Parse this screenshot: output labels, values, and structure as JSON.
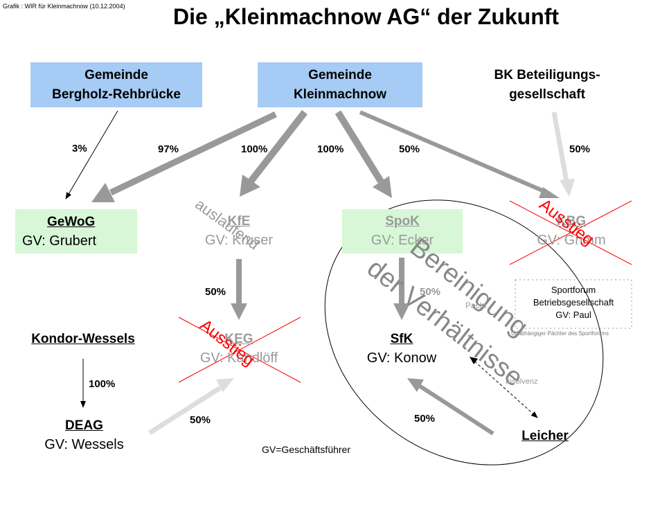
{
  "credit": "Grafik : WIR für Kleinmachnow (10.12.2004)",
  "title": "Die „Kleinmachnow AG“ der Zukunft",
  "owners": {
    "bergholz": {
      "line1": "Gemeinde",
      "line2": "Bergholz-Rehbrücke"
    },
    "kleinmachnow": {
      "line1": "Gemeinde",
      "line2": "Kleinmachnow"
    },
    "bk": {
      "line1": "BK Beteiligungs-",
      "line2": "gesellschaft"
    }
  },
  "entities": {
    "gewog": {
      "name": "GeWoG",
      "gv": "GV: Grubert"
    },
    "kfe": {
      "name": "KfE",
      "gv": "GV: Kruser"
    },
    "spok": {
      "name": "SpoK",
      "gv": "GV: Ecker"
    },
    "kbg": {
      "name": "KBG",
      "gv": "GV: Grimm"
    },
    "keg": {
      "name": "KEG",
      "gv": "GV: Kandlöff"
    },
    "sfk": {
      "name": "SfK",
      "gv": "GV: Konow"
    },
    "kondor": {
      "name": "Kondor-Wessels"
    },
    "deag": {
      "name": "DEAG",
      "gv": "GV: Wessels"
    },
    "leicher": {
      "name": "Leicher"
    }
  },
  "sportforum": {
    "line1": "Sportforum",
    "line2": "Betriebsgesellschaft",
    "line3": "GV: Paul",
    "caption": "Unabhängiger Pächter des Sportforums"
  },
  "percentages": {
    "p_bergholz_gewog": "3%",
    "p_km_gewog": "97%",
    "p_km_kfe": "100%",
    "p_km_spok": "100%",
    "p_km_kbg": "50%",
    "p_bk_kbg": "50%",
    "p_kfe_keg": "50%",
    "p_spok_sfk": "50%",
    "p_kondor_deag": "100%",
    "p_deag_keg": "50%",
    "p_leicher_sfk": "50%"
  },
  "annotations": {
    "auslaufend": "auslaufend",
    "ausstieg_1": "Ausstieg",
    "ausstieg_2": "Ausstieg",
    "bereinigung_1": "Bereinigung",
    "bereinigung_2": "der Verhältnisse",
    "pacht": "Pacht",
    "insolvenz": "Insolvenz",
    "legend": "GV=Geschäftsführer"
  },
  "colors": {
    "header_blue": "#a6cbf5",
    "green": "#d7f7d7",
    "arrow_grey": "#999999",
    "arrow_light": "#dddddd",
    "red": "#ff0000"
  }
}
